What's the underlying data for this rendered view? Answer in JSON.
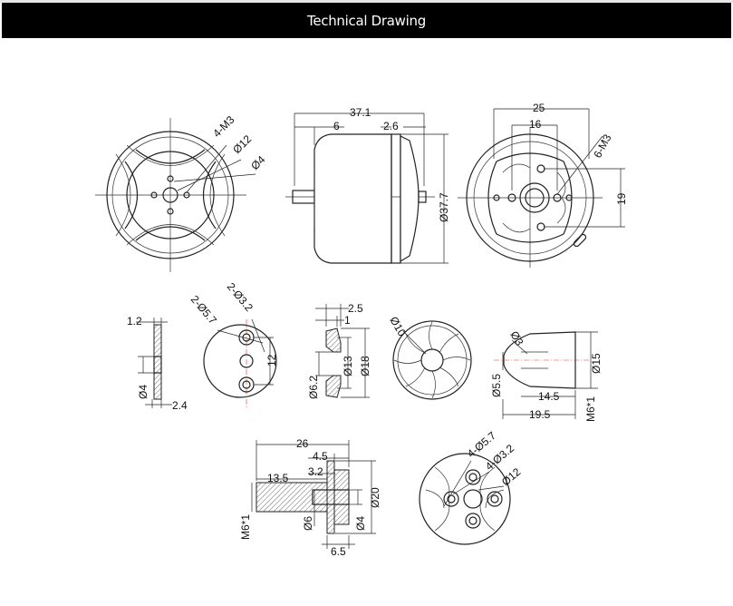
{
  "header": {
    "title": "Technical Drawing"
  },
  "colors": {
    "header_bg": "#000000",
    "header_text": "#ffffff",
    "centerline": "#dd3333"
  },
  "drawing": {
    "front_view": {
      "holes": "4-M3",
      "inner_dia": "Ø12",
      "hole_dia": "Ø4"
    },
    "side_view": {
      "overall_length": "37.1",
      "shaft_length": "6",
      "flange": "2.6",
      "diameter": "Ø37.7"
    },
    "rear_view": {
      "outer": "25",
      "inner": "16",
      "holes": "6-M3",
      "spacing": "19"
    },
    "washer_side": {
      "thickness": "1.2",
      "bore": "Ø4",
      "width": "2.4"
    },
    "washer_plate": {
      "small_holes": "2-Ø3.2",
      "large_holes": "2-Ø5.7",
      "spacing": "12"
    },
    "cone_washer": {
      "width": "2.5",
      "step": "1",
      "bore": "Ø6.2",
      "inner": "Ø13",
      "outer": "Ø18"
    },
    "fan_disc": {
      "bore": "Ø10"
    },
    "prop_nut": {
      "tip": "Ø3",
      "tip_base": "Ø5.5",
      "length_inner": "14.5",
      "length_total": "19.5",
      "outer": "Ø15",
      "thread": "M6*1"
    },
    "prop_adapter": {
      "length": "26",
      "flange": "4.5",
      "step": "3.2",
      "shaft": "13.5",
      "thread": "M6*1",
      "shaft_dia": "Ø6",
      "bore": "Ø4",
      "flange_dia": "Ø20",
      "flange_width": "6.5"
    },
    "adapter_disc": {
      "large_holes": "4-Ø5.7",
      "small_holes": "4-Ø3.2",
      "pcd": "Ø12"
    }
  }
}
